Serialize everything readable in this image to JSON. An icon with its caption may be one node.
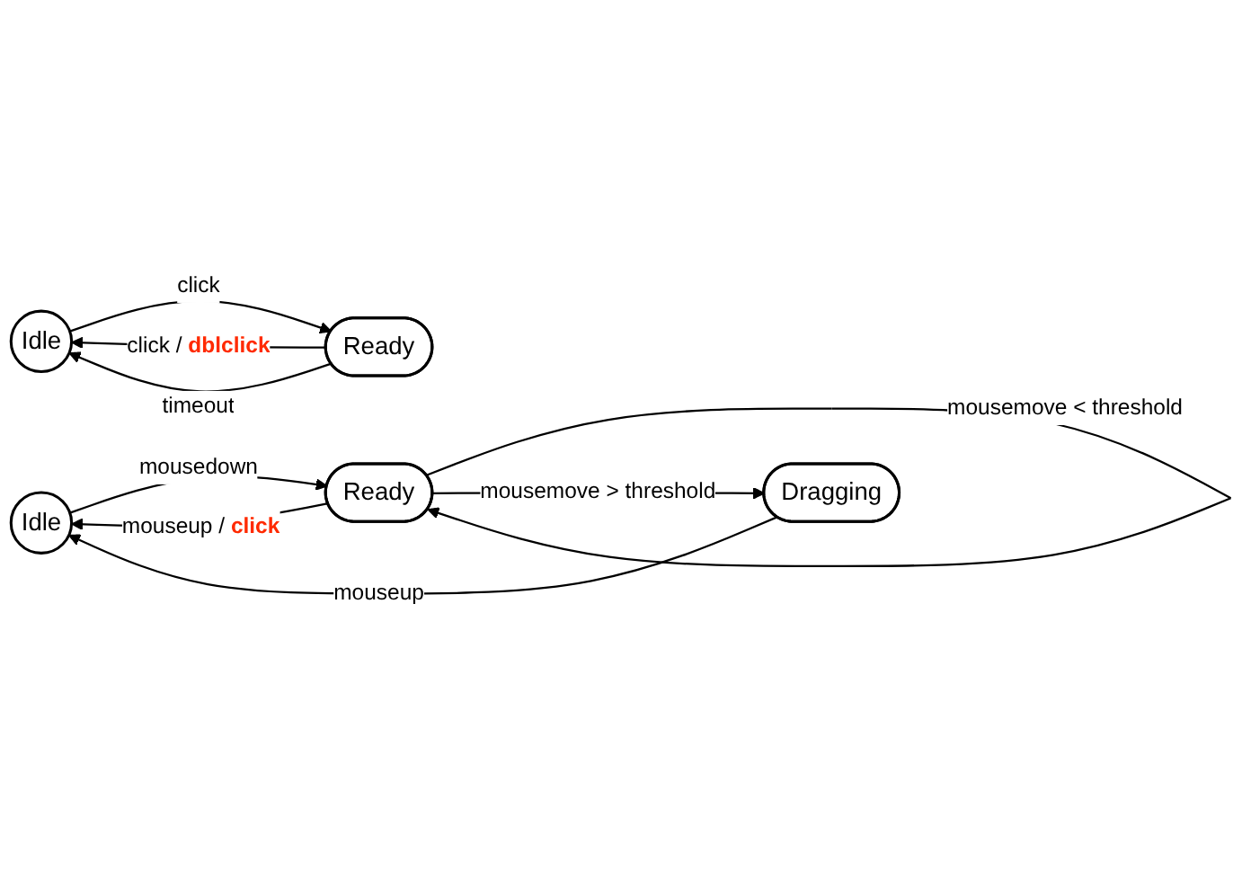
{
  "diagram": {
    "nodes": [
      {
        "text": [
          "Idle"
        ]
      },
      {
        "text": [
          "Ready"
        ]
      },
      {
        "text": [
          "Dragging"
        ]
      },
      {
        "text": [
          "Idle"
        ]
      },
      {
        "text": [
          "Ready"
        ]
      }
    ],
    "edges": [
      {
        "from": 0,
        "to": 1,
        "arrow": "to",
        "label": "mousedown"
      },
      {
        "from": 1,
        "to": 0,
        "arrow": "to",
        "label": "mouseup / **click**"
      },
      {
        "from": 1,
        "to": 1,
        "arrow": "to",
        "label": "mousemove < threshold"
      },
      {
        "from": 1,
        "to": 2,
        "arrow": "to",
        "label": "mousemove > threshold"
      },
      {
        "from": 2,
        "to": 0,
        "arrow": "to",
        "label": "mouseup"
      },
      {
        "from": 3,
        "to": 4,
        "arrow": "to",
        "label": "click"
      },
      {
        "from": 4,
        "to": 3,
        "arrow": "to",
        "label": "click / **dblclick**"
      },
      {
        "from": 4,
        "to": 3,
        "arrow": "to",
        "label": "timeout"
      }
    ]
  }
}
